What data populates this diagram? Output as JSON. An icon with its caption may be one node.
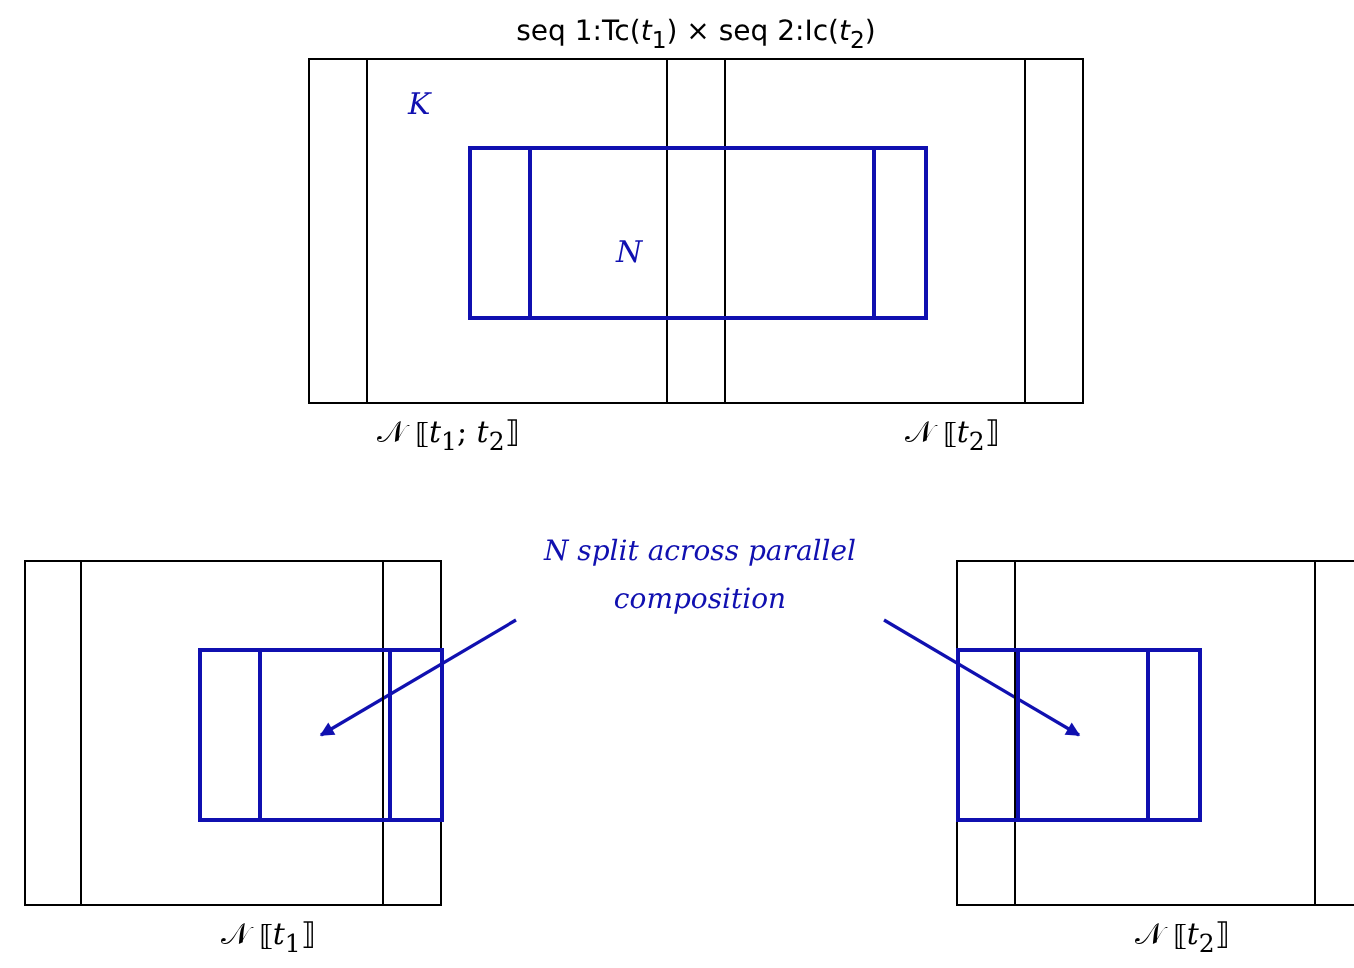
{
  "diagram": {
    "title": "seq 1:Tc(*t*$_{1}$) × seq 2:Ic(*t*$_{2}$)",
    "nodes": [
      {
        "text": [
          "*K*"
        ],
        "beside": [
          "𝒩 ⟦*t*$_{1}$; *t*$_{2}$⟧",
          "𝒩 ⟦*t*$_{2}$⟧"
        ]
      },
      {
        "text": [
          "*N*"
        ],
        "in": 0
      },
      {
        "text": [],
        "shape": "box",
        "beside": [
          "𝒩 ⟦*t*$_{1}$⟧"
        ]
      },
      {
        "text": [],
        "shape": "box",
        "in": 2
      },
      {
        "text": [],
        "shape": "box",
        "beside": [
          "𝒩 ⟦*t*$_{2}$⟧"
        ]
      },
      {
        "text": [],
        "shape": "box",
        "in": 4
      },
      {
        "text": [
          "N split across parallel composition"
        ]
      }
    ],
    "edges": [
      {
        "from": 6,
        "to": 3,
        "arrow": "to"
      },
      {
        "from": 6,
        "to": 5,
        "arrow": "to"
      }
    ]
  }
}
